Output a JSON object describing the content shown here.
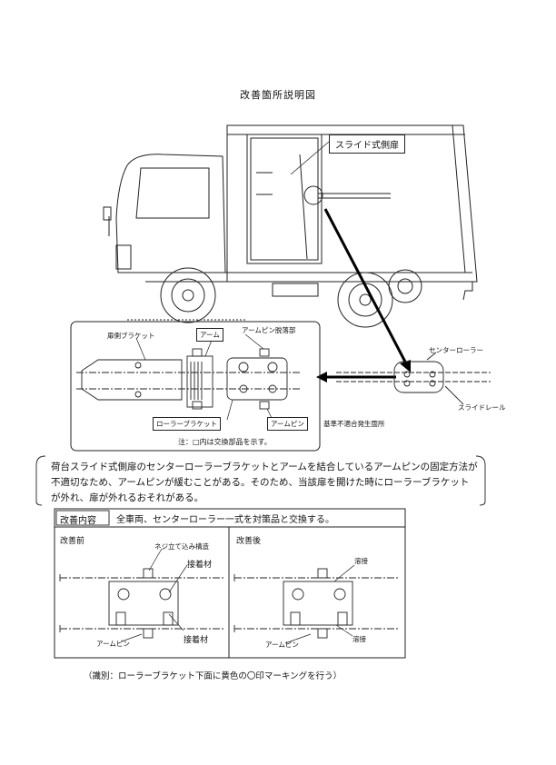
{
  "title": "改善箇所説明図",
  "truck": {
    "label_slide_door": "スライド式側扉",
    "label_center_roller": "センターローラー",
    "label_slide_rail": "スライドレール",
    "label_defect_location": "基準不適合発生箇所"
  },
  "detail": {
    "label_door_bracket": "扉側ブラケット",
    "label_arm": "アーム",
    "label_arm_pin_out": "アームピン脱落部",
    "label_roller_bracket": "ローラーブラケット",
    "label_arm_pin": "アームピン",
    "note": "注：□内は交換部品を示す。"
  },
  "description": "荷台スライド式側扉のセンターローラーブラケットとアームを結合しているアームピンの固定方法が不適切なため、アームピンが緩むことがある。そのため、当該扉を開けた時にローラーブラケットが外れ、扉が外れるおそれがある。",
  "improvement": {
    "header": "改善内容",
    "content": "全車両、センターローラー一式を対策品と交換する。",
    "before": {
      "title": "改善前",
      "label_screw": "ネジ立て込み構造",
      "label_adhesive1": "接着材",
      "label_adhesive2": "接着材",
      "label_arm_pin": "アームピン"
    },
    "after": {
      "title": "改善後",
      "label_weld1": "溶接",
      "label_weld2": "溶接",
      "label_arm_pin": "アームピン"
    }
  },
  "identification": "（識別：ローラーブラケット下面に黄色の〇印マーキングを行う）"
}
